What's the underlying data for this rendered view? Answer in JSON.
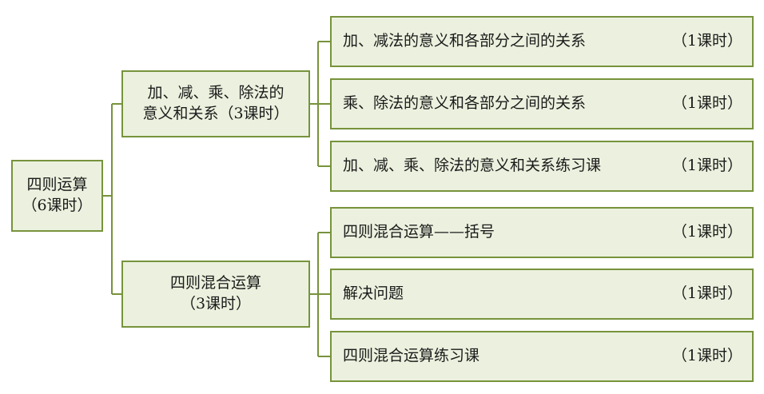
{
  "root": {
    "line1": "四则运算",
    "line2": "（6课时）"
  },
  "branches": [
    {
      "line1": "加、减、乘、除法的",
      "line2": "意义和关系（3课时）",
      "leaves": [
        {
          "title": "加、减法的意义和各部分之间的关系",
          "hours": "（1课时）"
        },
        {
          "title": "乘、除法的意义和各部分之间的关系",
          "hours": "（1课时）"
        },
        {
          "title": "加、减、乘、除法的意义和关系练习课",
          "hours": "（1课时）"
        }
      ]
    },
    {
      "line1": "四则混合运算",
      "line2": "（3课时）",
      "leaves": [
        {
          "title": "四则混合运算——括号",
          "hours": "（1课时）"
        },
        {
          "title": "解决问题",
          "hours": "（1课时）"
        },
        {
          "title": "四则混合运算练习课",
          "hours": "（1课时）"
        }
      ]
    }
  ],
  "colors": {
    "box_fill": "#ebf1de",
    "border": "#77933c"
  }
}
